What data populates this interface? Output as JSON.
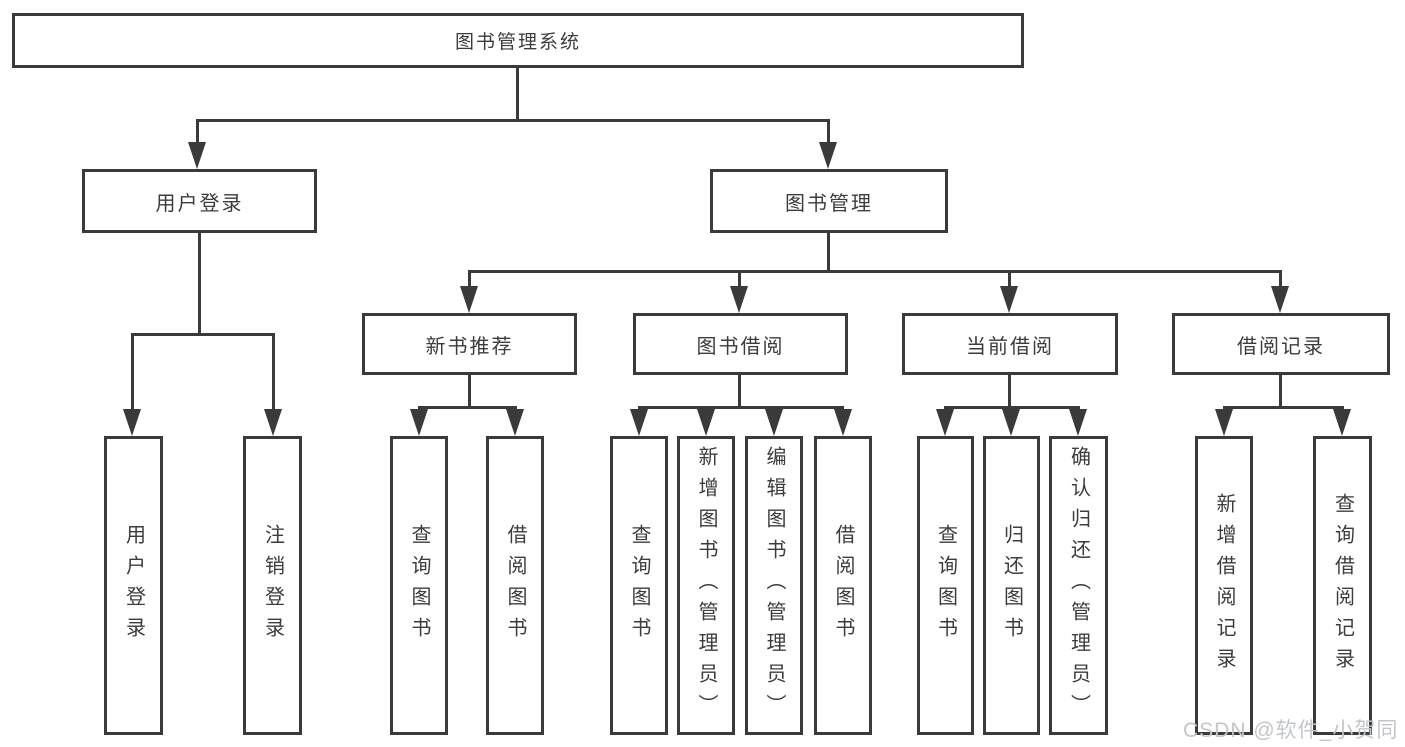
{
  "tree": {
    "root": "图书管理系统",
    "branches": [
      {
        "label": "用户登录",
        "children": [
          "用户登录",
          "注销登录"
        ]
      },
      {
        "label": "图书管理",
        "sections": [
          {
            "label": "新书推荐",
            "children": [
              "查询图书",
              "借阅图书"
            ]
          },
          {
            "label": "图书借阅",
            "children": [
              "查询图书",
              "新增图书（管理员）",
              "编辑图书（管理员）",
              "借阅图书"
            ]
          },
          {
            "label": "当前借阅",
            "children": [
              "查询图书",
              "归还图书",
              "确认归还（管理员）"
            ]
          },
          {
            "label": "借阅记录",
            "children": [
              "新增借阅记录",
              "查询借阅记录"
            ]
          }
        ]
      }
    ]
  },
  "watermark": {
    "text": "CSDN @软件_小贺同学"
  },
  "colors": {
    "line": "#3a3a3a",
    "box_border": "#3a3a3a",
    "text": "#3c3c3c",
    "watermark": "#c3c6c9",
    "background": "#ffffff"
  }
}
